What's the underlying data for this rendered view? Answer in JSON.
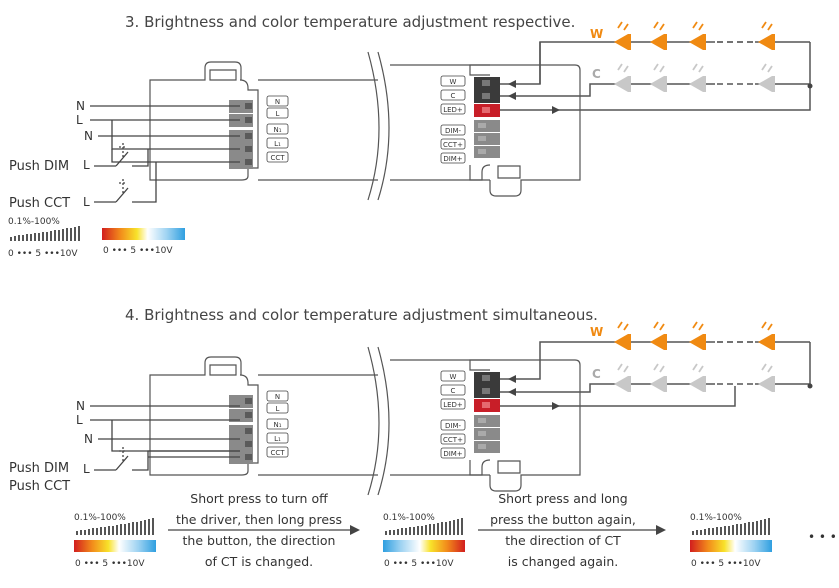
{
  "diagram3": {
    "title": "3. Brightness and color temperature adjustment respective.",
    "inputs": {
      "n1": "N",
      "l1": "L",
      "n2": "N",
      "push_dim": "Push DIM",
      "push_cct": "Push CCT",
      "l_dim": "L",
      "l_cct": "L"
    },
    "left_terminals": [
      "N",
      "L",
      "N₁",
      "L₁",
      "CCT"
    ],
    "right_terminals": [
      "W",
      "C",
      "LED+",
      "DIM-",
      "CCT+",
      "DIM+"
    ],
    "led_labels": {
      "warm": "W",
      "cold": "C"
    },
    "brightness_range": "0.1%-100%",
    "scale_brightness": "0 ••• 5 •••10V",
    "scale_cct": "0 ••• 5 •••10V"
  },
  "diagram4": {
    "title": "4. Brightness and color temperature adjustment simultaneous.",
    "inputs": {
      "n1": "N",
      "l1": "L",
      "n2": "N",
      "push_dim": "Push DIM",
      "push_cct": "Push CCT",
      "l_sw": "L"
    },
    "left_terminals": [
      "N",
      "L",
      "N₁",
      "L₁",
      "CCT"
    ],
    "right_terminals": [
      "W",
      "C",
      "LED+",
      "DIM-",
      "CCT+",
      "DIM+"
    ],
    "led_labels": {
      "warm": "W",
      "cold": "C"
    },
    "steps": [
      {
        "range": "0.1%-100%",
        "scale": "0 ••• 5 •••10V"
      },
      {
        "range": "0.1%-100%",
        "scale": "0 ••• 5 •••10V"
      },
      {
        "range": "0.1%-100%",
        "scale": "0 ••• 5 •••10V"
      }
    ],
    "note1": [
      "Short press to turn off",
      "the driver, then long press",
      "the button, the direction",
      "of CT is changed."
    ],
    "note2": [
      "Short press and long",
      "press the button again,",
      "the direction of CT",
      "is changed again."
    ],
    "more": "• • •"
  },
  "colors": {
    "warm_led": "#f08a12",
    "cold_led": "#c8c8c8",
    "led_plus": "#c81e28",
    "terminal": "#8a8a8a",
    "terminal_dark": "#3a3a3a"
  }
}
